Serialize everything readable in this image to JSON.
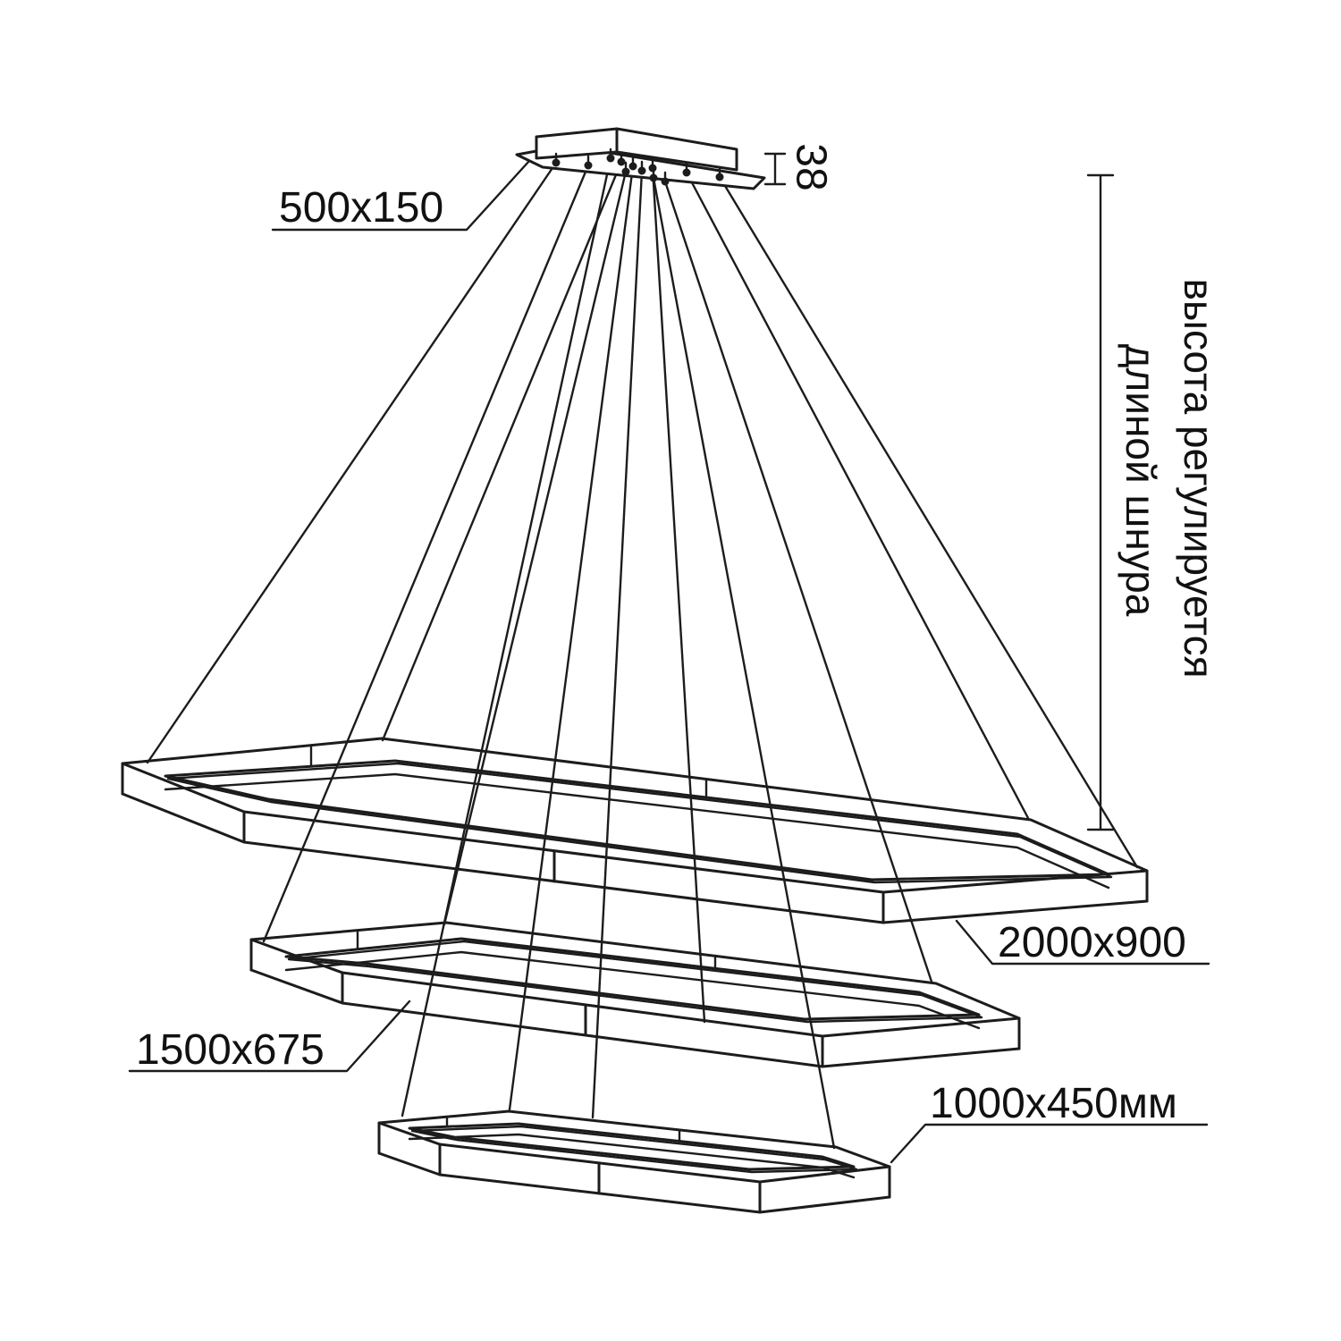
{
  "diagram": {
    "title_hint": "pendant-lamp-dimension-drawing",
    "labels": {
      "canopy_size": "500x150",
      "canopy_thickness": "38",
      "ring_large": "2000x900",
      "ring_middle": "1500x675",
      "ring_small": "1000x450мм"
    },
    "note": {
      "line1": "высота регулируется",
      "line2": "длиной шнура"
    },
    "colors": {
      "line": "#1c1c1c",
      "background": "#ffffff"
    }
  }
}
